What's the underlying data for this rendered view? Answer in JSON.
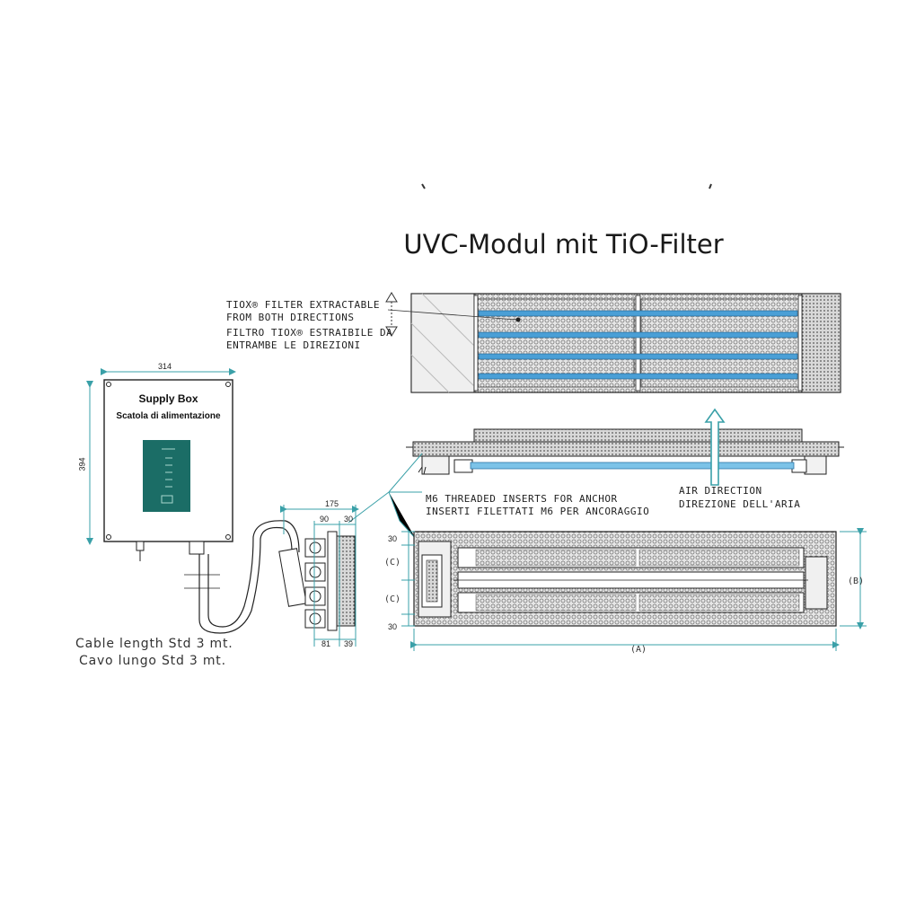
{
  "title": "UVC-Modul mit TiO-Filter",
  "notes": {
    "filter_en": "TIOX® FILTER EXTRACTABLE\nFROM BOTH DIRECTIONS",
    "filter_it": "FILTRO TIOX® ESTRAIBILE DA\nENTRAMBE LE DIREZIONI",
    "inserts_en": "M6 THREADED INSERTS FOR ANCHOR",
    "inserts_it": "INSERTI FILETTATI M6 PER ANCORAGGIO",
    "air_en": "AIR DIRECTION",
    "air_it": "DIREZIONE DELL'ARIA",
    "cable_en": "Cable length Std 3 mt.",
    "cable_it": "Cavo lungo Std 3 mt."
  },
  "supply_box": {
    "label_en": "Supply Box",
    "label_it": "Scatola di alimentazione",
    "width": "314",
    "height": "394"
  },
  "connector_dims": {
    "total": "175",
    "a": "90",
    "b": "30",
    "c": "81",
    "d": "39"
  },
  "module_dims": {
    "top": "30",
    "c1": "(C)",
    "c2": "(C)",
    "bottom": "30",
    "b": "(B)",
    "a": "(A)"
  },
  "colors": {
    "line": "#222222",
    "dimension": "#3aa0a8",
    "tube": "#4a9fd6",
    "panel": "#1b6d66"
  }
}
